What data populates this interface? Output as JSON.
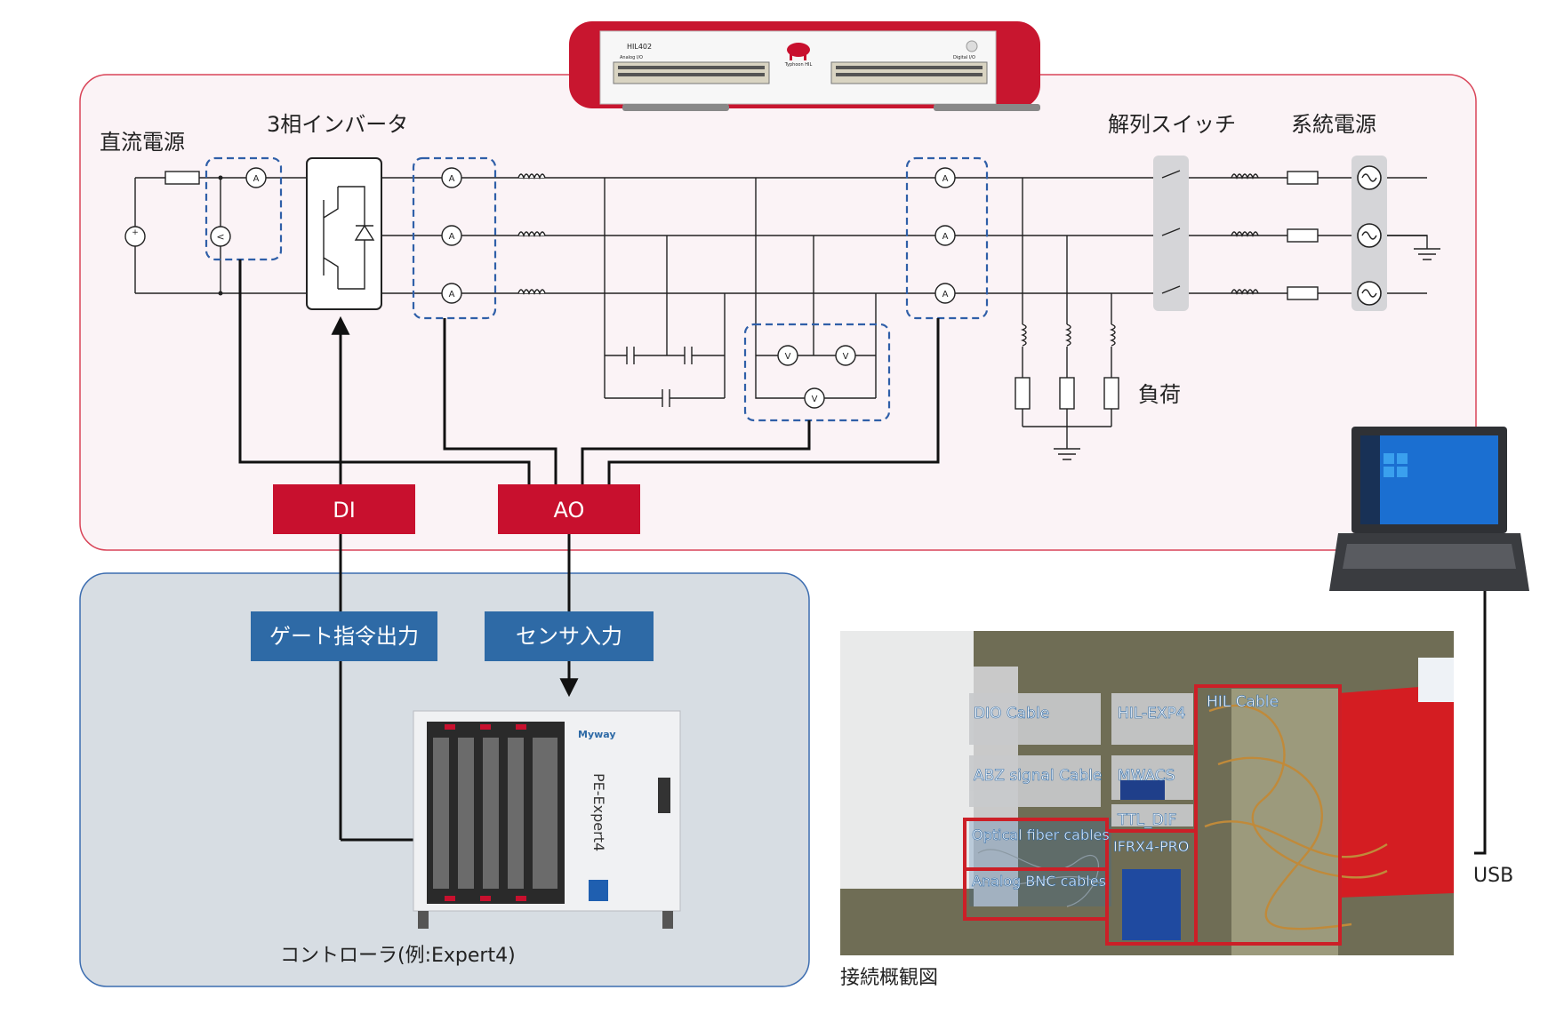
{
  "labels": {
    "dc_source": "直流電源",
    "inverter": "3相インバータ",
    "disconnect_switch": "解列スイッチ",
    "grid_source": "系統電源",
    "load": "負荷",
    "controller_caption": "コントローラ(例:Expert4)",
    "connection_overview": "接続概観図",
    "usb": "USB"
  },
  "blocks": {
    "di": "DI",
    "ao": "AO",
    "gate_output": "ゲート指令出力",
    "sensor_input": "センサ入力"
  },
  "device_hil": {
    "model": "HIL402",
    "brand": "Typhoon HIL",
    "port_left": "Analog I/O",
    "port_right": "Digital I/O"
  },
  "device_controller": {
    "brand": "Myway",
    "model": "PE-Expert4"
  },
  "photo": {
    "labels": [
      "DIO Cable",
      "HIL-EXP4",
      "HIL Cable",
      "ABZ signal Cable",
      "MWACS",
      "TTL_DIF",
      "Optical fiber cables",
      "IFRX4-PRO",
      "Analog BNC cables"
    ]
  },
  "meter_symbols": {
    "ammeter": "A",
    "voltmeter": "V",
    "dc_voltmeter": "<"
  },
  "colors": {
    "accent_red": "#c8102e",
    "block_blue": "#2e6aa6",
    "dashed_blue": "#2f5fa8",
    "top_panel_bg": "#fbf3f6",
    "top_panel_border": "#d94458",
    "bottom_panel_bg": "#d7dde3",
    "bottom_panel_border": "#3c6db0"
  }
}
